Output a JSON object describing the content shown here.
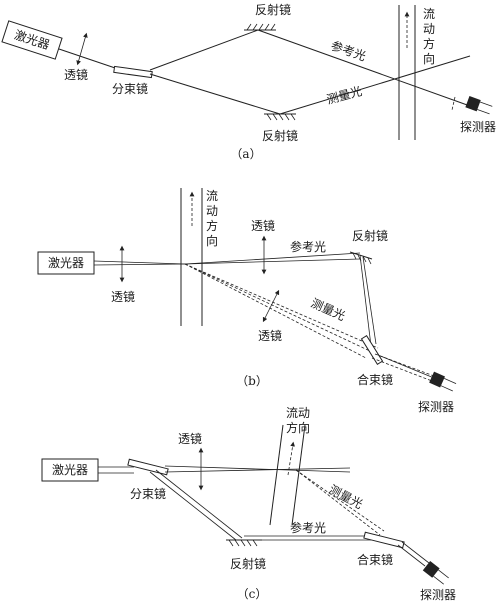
{
  "a": {
    "laser": "激光器",
    "lens": "透镜",
    "splitter": "分束镜",
    "mirror_top": "反射镜",
    "mirror_bottom": "反射镜",
    "reference_beam": "参考光",
    "measurement_beam": "测量光",
    "flow_direction": "流动方向",
    "detector": "探测器",
    "caption": "（a）"
  },
  "b": {
    "laser": "激光器",
    "lens_left": "透镜",
    "lens_top": "透镜",
    "lens_low": "透镜",
    "flow_direction": "流动方向",
    "mirror": "反射镜",
    "reference_beam": "参考光",
    "measurement_beam": "测量光",
    "combiner": "合束镜",
    "detector": "探测器",
    "caption": "（b）"
  },
  "c": {
    "laser": "激光器",
    "lens": "透镜",
    "splitter": "分束镜",
    "flow_direction": "流动方向",
    "measurement_beam": "测量光",
    "reference_beam": "参考光",
    "mirror": "反射镜",
    "combiner": "合束镜",
    "detector": "探测器",
    "caption": "（c）"
  }
}
